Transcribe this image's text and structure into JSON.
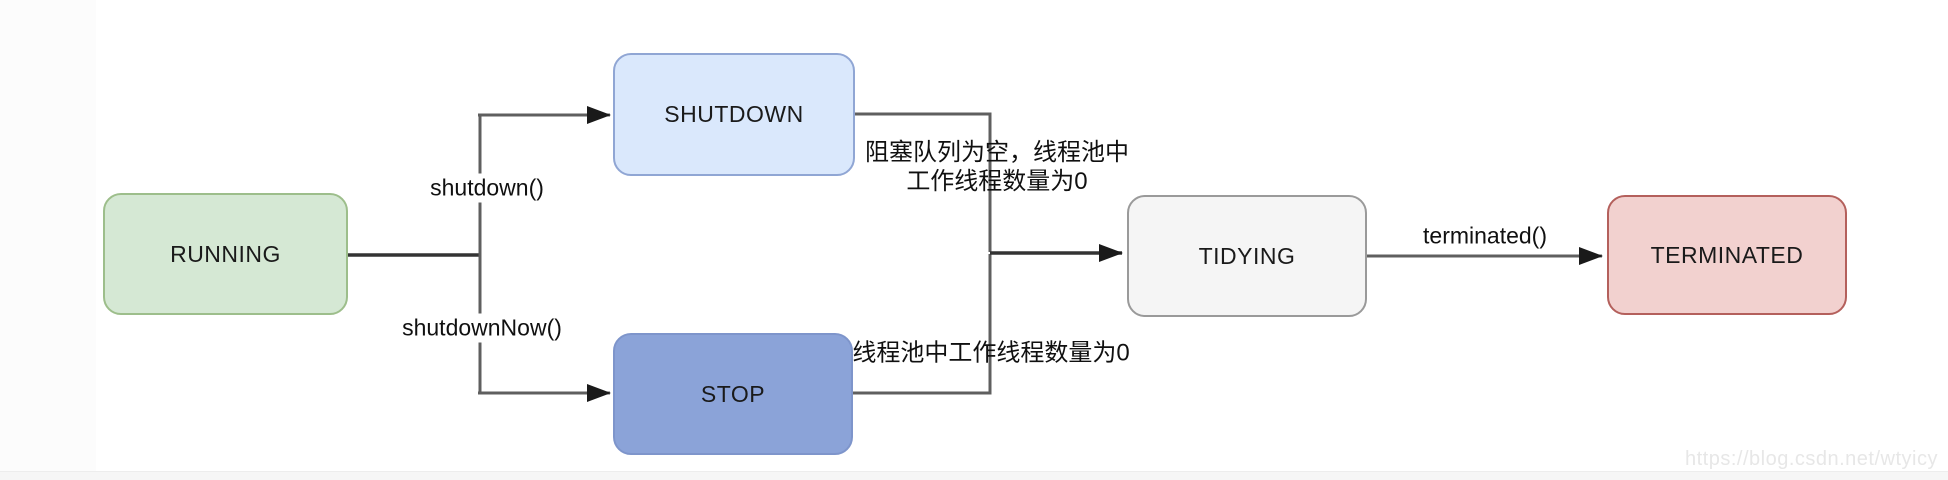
{
  "nodes": {
    "running": {
      "label": "RUNNING",
      "fill": "#d5e8d4",
      "stroke": "#9dbe8b"
    },
    "shutdown": {
      "label": "SHUTDOWN",
      "fill": "#dae8fc",
      "stroke": "#90a6d4"
    },
    "stop": {
      "label": "STOP",
      "fill": "#8ba3d8",
      "stroke": "#7e95cb"
    },
    "tidying": {
      "label": "TIDYING",
      "fill": "#f5f5f5",
      "stroke": "#9a9a9a"
    },
    "terminated": {
      "label": "TERMINATED",
      "fill": "#f2d1cf",
      "stroke": "#b4605c"
    }
  },
  "edges": {
    "shutdown_call": {
      "label": "shutdown()"
    },
    "shutdown_now_call": {
      "label": "shutdownNow()"
    },
    "shutdown_to_tidying": {
      "label_line1": "阻塞队列为空，线程池中",
      "label_line2": "工作线程数量为0"
    },
    "stop_to_tidying": {
      "label": "线程池中工作线程数量为0"
    },
    "terminated_call": {
      "label": "terminated()"
    }
  },
  "colors": {
    "line_gray": "#5f5f5f",
    "line_dark": "#333333",
    "arrow": "#1a1a1a",
    "label_text": "#101010"
  },
  "watermark": {
    "text": "https://blog.csdn.net/wtyicy"
  }
}
